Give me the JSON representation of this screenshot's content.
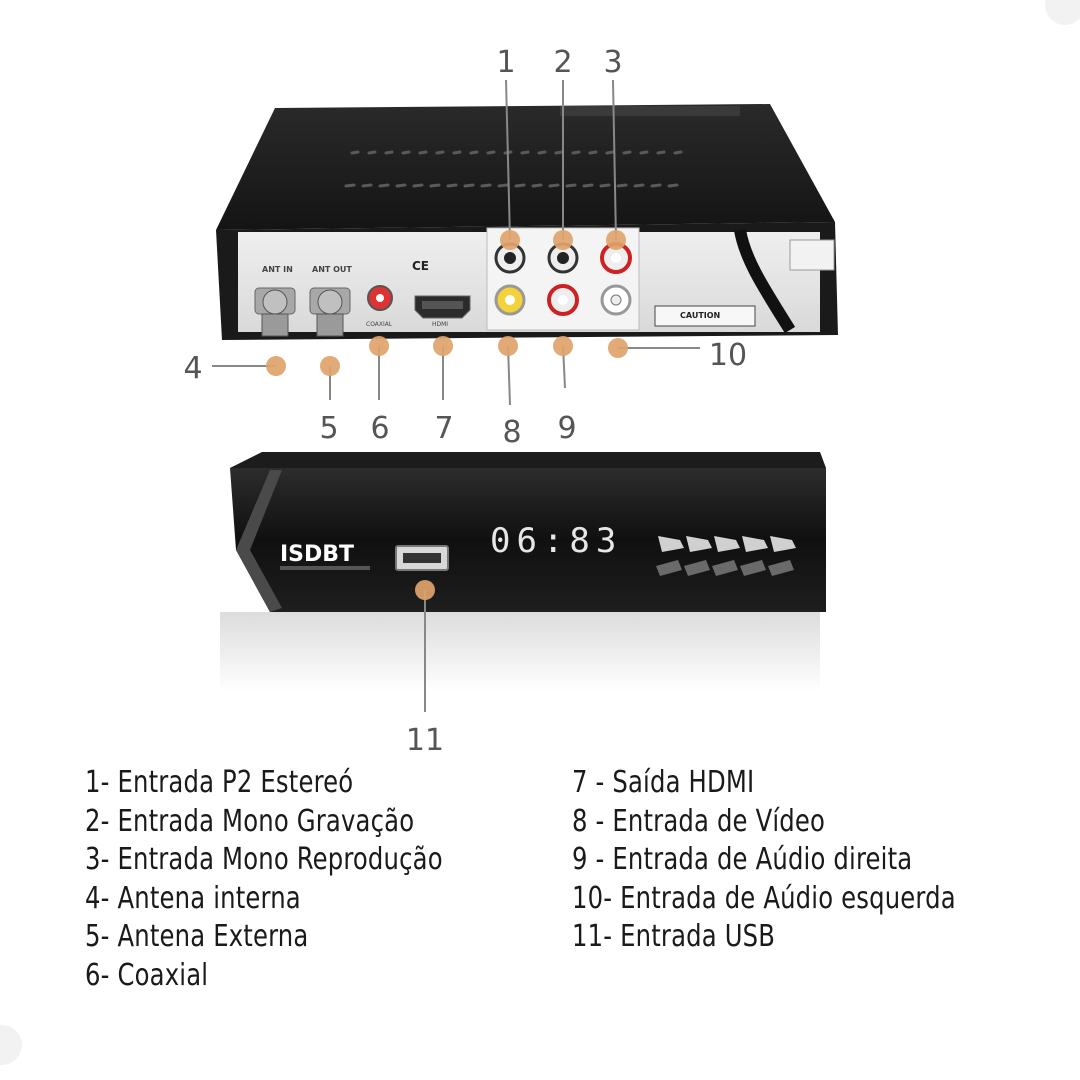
{
  "colors": {
    "accent": "#e0a36a",
    "leader": "#888888",
    "device_body": "#1b1b1b",
    "back_panel": "#e6e6e6",
    "display": "#e8e8e8"
  },
  "device": {
    "front_logo": "ISDBT",
    "display_text": "06:83",
    "back_labels": {
      "ant_in": "ANT IN",
      "ant_out": "ANT OUT",
      "coaxial": "COAXIAL",
      "hdmi": "HDMI",
      "ce_mark": "CE",
      "caution": "CAUTION"
    }
  },
  "callouts": [
    "1",
    "2",
    "3",
    "4",
    "5",
    "6",
    "7",
    "8",
    "9",
    "10",
    "11"
  ],
  "legend_left": [
    "1- Entrada P2 Estereó",
    "2- Entrada Mono Gravação",
    "3- Entrada Mono Reprodução",
    "4- Antena interna",
    "5- Antena Externa",
    "6- Coaxial"
  ],
  "legend_right": [
    "7  - Saída HDMI",
    "8  - Entrada de Vídeo",
    "9  - Entrada de Aúdio direita",
    "10- Entrada de Aúdio esquerda",
    "11- Entrada USB"
  ]
}
